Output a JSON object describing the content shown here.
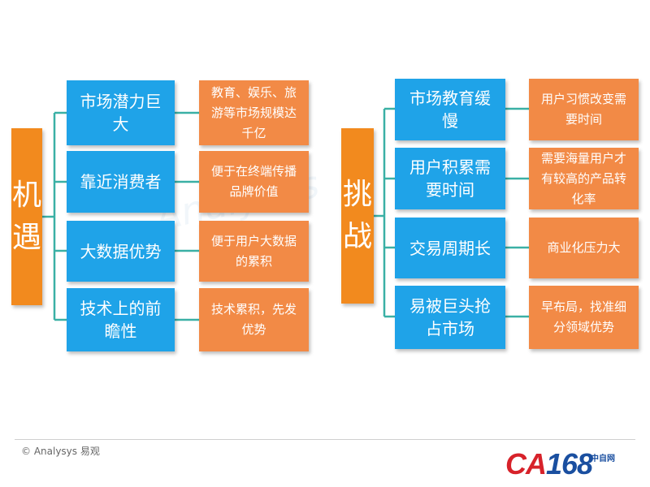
{
  "left": {
    "label_chars": [
      "机",
      "遇"
    ],
    "items": [
      {
        "title": "市场潜力巨大",
        "desc": "教育、娱乐、旅游等市场规模达千亿"
      },
      {
        "title": "靠近消费者",
        "desc": "便于在终端传播品牌价值"
      },
      {
        "title": "大数据优势",
        "desc": "便于用户大数据的累积"
      },
      {
        "title": "技术上的前瞻性",
        "desc": "技术累积，先发优势"
      }
    ]
  },
  "right": {
    "label_chars": [
      "挑",
      "战"
    ],
    "items": [
      {
        "title": "市场教育缓慢",
        "desc": "用户习惯改变需要时间"
      },
      {
        "title": "用户积累需要时间",
        "desc": "需要海量用户才有较高的产品转化率"
      },
      {
        "title": "交易周期长",
        "desc": "商业化压力大"
      },
      {
        "title": "易被巨头抢占市场",
        "desc": "早布局，找准细分领域优势"
      }
    ]
  },
  "footer": {
    "copyright": "© Analysys 易观",
    "watermark": "Analysys"
  },
  "logo": {
    "letters": "CA",
    "digits": "168",
    "sub": "中自网"
  },
  "colors": {
    "label_orange": "#f28a1e",
    "title_blue": "#1fa3e8",
    "desc_orange": "#f28a46",
    "connector": "#3ab0a5"
  }
}
